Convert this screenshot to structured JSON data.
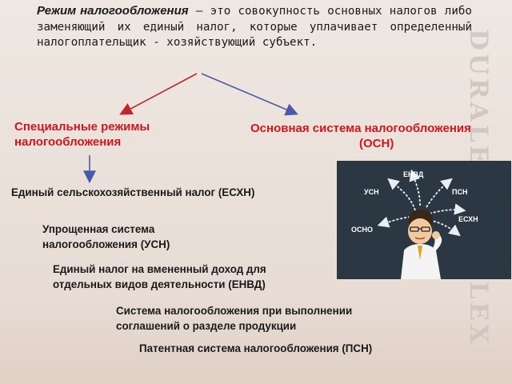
{
  "intro": {
    "term": "Режим налогообложения",
    "text": " – это совокупность основных налогов либо заменяющий их единый налог, которые уплачивает определенный налогоплательщик - хозяйствующий субъект."
  },
  "branches": {
    "special": "Специальные режимы налогообложения",
    "general_line1": "Основная система налогообложения",
    "general_line2": "(ОСН)"
  },
  "special_regimes": [
    "Единый сельскохозяйственный налог (ЕСХН)",
    "Упрощенная система налогообложения (УСН)",
    "Единый налог на вмененный доход для отдельных видов деятельности (ЕНВД)",
    "Система налогообложения при выполнении соглашений о разделе продукции",
    "Патентная система налогообложения (ПСН)"
  ],
  "illustration_labels": [
    "ЕНВД",
    "УСН",
    "ПСН",
    "ОСНО",
    "ЕСХН"
  ],
  "watermark": "DURALEX SED LEX",
  "colors": {
    "accent_red": "#d0161c",
    "arrow_red": "#c0262b",
    "arrow_blue": "#4b5aa8",
    "panel": "#2c3744"
  }
}
